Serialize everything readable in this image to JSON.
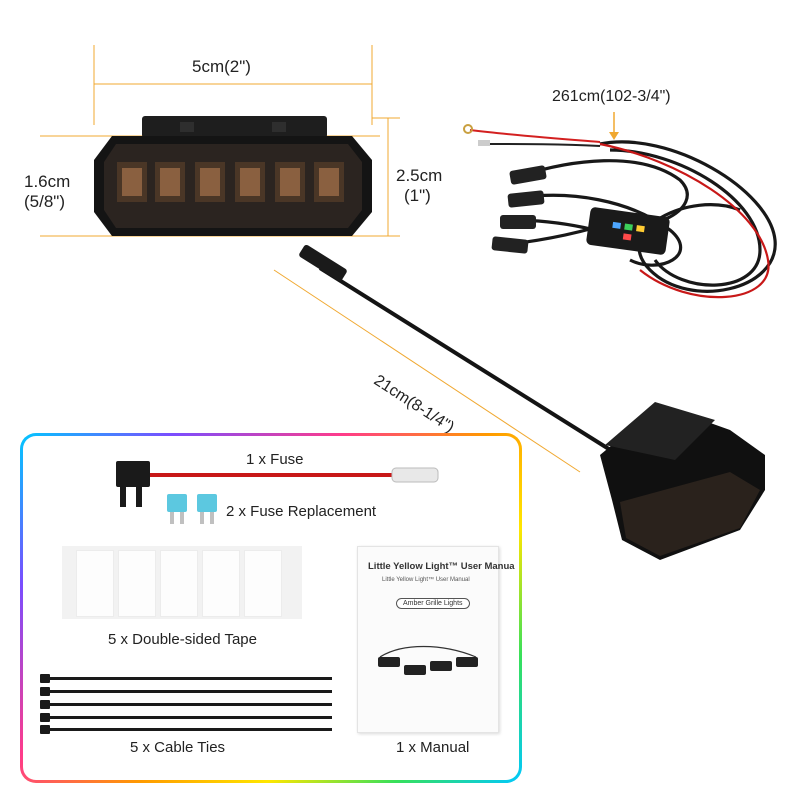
{
  "dimensions": {
    "width": "5cm(2\")",
    "height_left_cm": "1.6cm",
    "height_left_in": "(5/8\")",
    "height_right_cm": "2.5cm",
    "height_right_in": "(1\")",
    "harness_length": "261cm(102-3/4\")",
    "cable_length": "21cm(8-1/4\")"
  },
  "kit": {
    "fuse": "1 x Fuse",
    "fuse_replacement": "2 x Fuse Replacement",
    "tape": "5 x Double-sided Tape",
    "cable_ties": "5 x Cable Ties",
    "manual": "1 x Manual"
  },
  "manual_cover": {
    "title": "Little Yellow Light™ User Manua",
    "subtitle": "Little Yellow Light™ User Manual",
    "badge": "Amber Grille Lights"
  },
  "colors": {
    "dimension_line": "#f0a830",
    "housing": "#1b1b1b",
    "lens_led": "#8a6040",
    "wire_red": "#d32020",
    "fuse_blue": "#5cc8e0"
  }
}
